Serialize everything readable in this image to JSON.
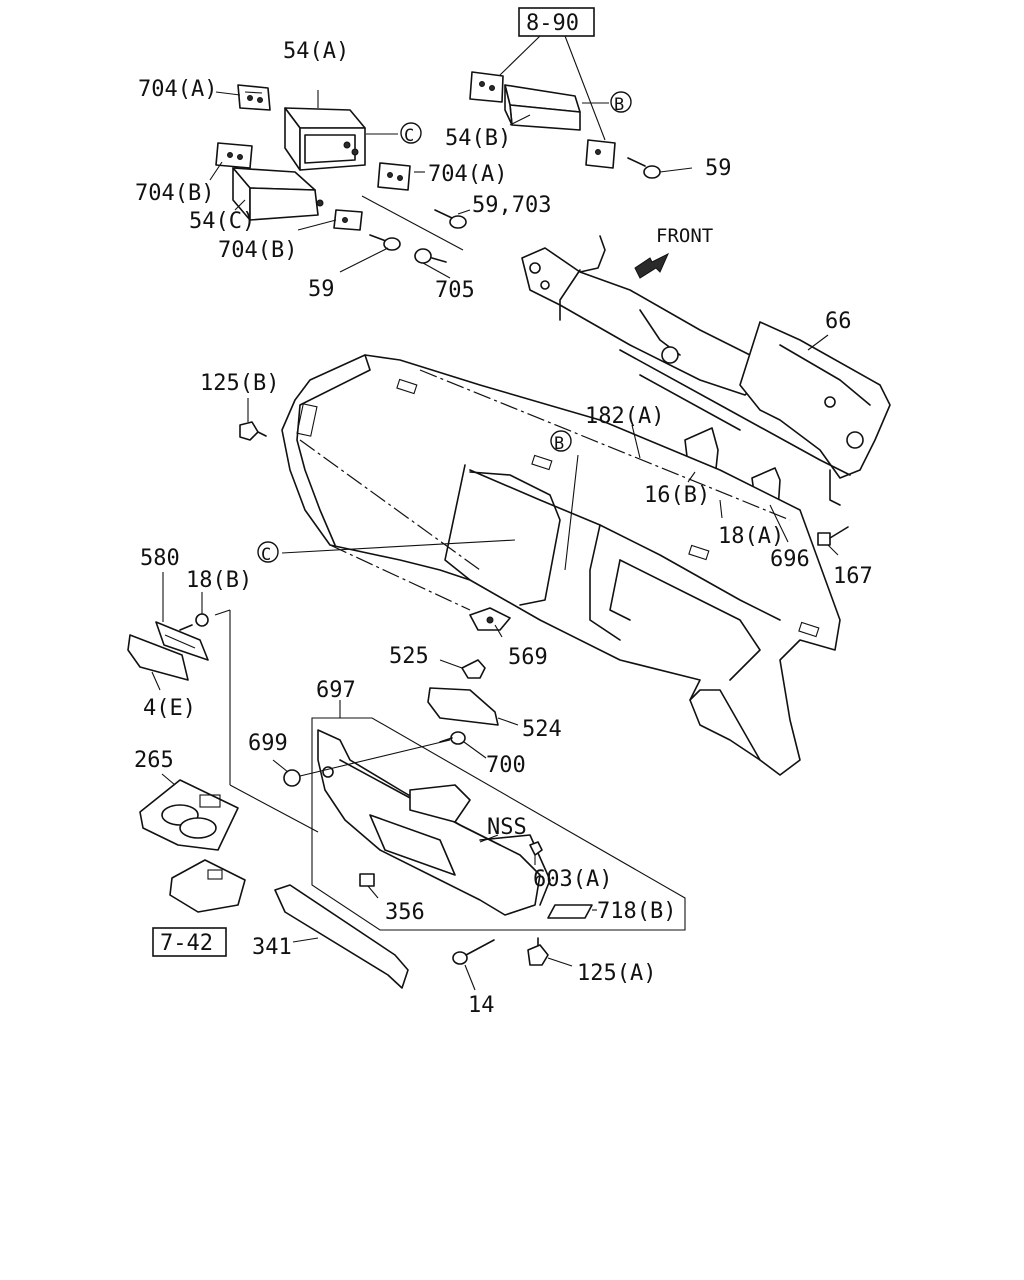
{
  "references": {
    "ref_top": "8-90",
    "ref_bottom": "7-42"
  },
  "markers": {
    "b": "B",
    "c": "C"
  },
  "direction": "FRONT",
  "labels": {
    "l_54a": "54(A)",
    "l_704a_top": "704(A)",
    "l_704b_left": "704(B)",
    "l_54c": "54(C)",
    "l_704b_mid": "704(B)",
    "l_704a_mid": "704(A)",
    "l_59_703": "59,703",
    "l_59_left": "59",
    "l_705": "705",
    "l_54b": "54(B)",
    "l_59_right": "59",
    "l_66": "66",
    "l_125b": "125(B)",
    "l_182a": "182(A)",
    "l_16b": "16(B)",
    "l_18a": "18(A)",
    "l_696": "696",
    "l_167": "167",
    "l_580": "580",
    "l_18b": "18(B)",
    "l_4e": "4(E)",
    "l_525": "525",
    "l_569": "569",
    "l_697": "697",
    "l_524": "524",
    "l_699": "699",
    "l_700": "700",
    "l_265": "265",
    "l_nss": "NSS",
    "l_603a": "603(A)",
    "l_356": "356",
    "l_718b": "718(B)",
    "l_341": "341",
    "l_125a": "125(A)",
    "l_14": "14"
  }
}
